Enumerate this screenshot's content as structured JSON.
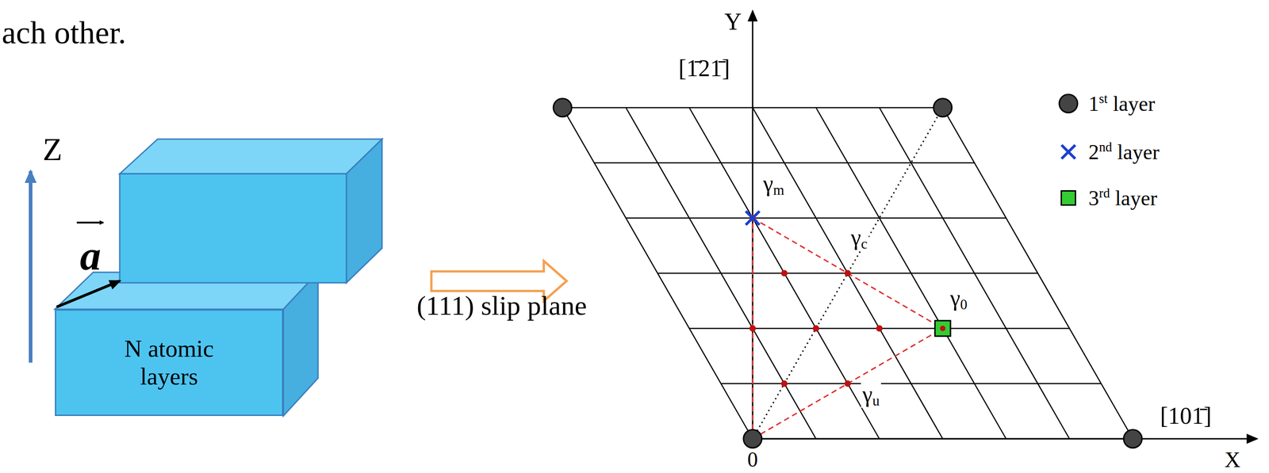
{
  "diagram": {
    "nodes": [
      {
        "text": [
          "N atomic layers"
        ]
      }
    ],
    "labels": [
      "ach other.",
      "Z",
      "a",
      "(111) slip plane",
      "Y",
      "[1̄21̄]",
      "γm",
      "γc",
      "γ0",
      "γu",
      "[101̄]",
      "X",
      "0"
    ],
    "legend": [
      {
        "text": "1st layer"
      },
      {
        "text": "2nd layer"
      },
      {
        "text": "3rd layer",
        "color": "#33cc33"
      }
    ]
  }
}
